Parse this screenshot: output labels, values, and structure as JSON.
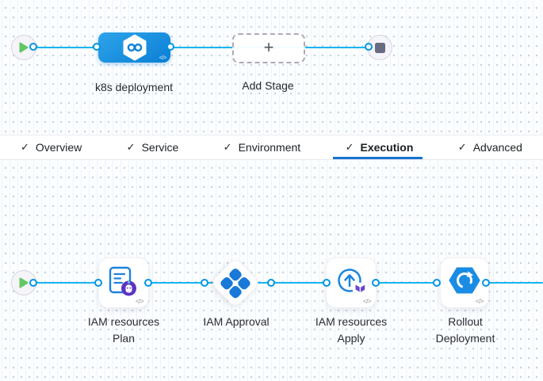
{
  "pipeline_stages": {
    "stage_label": "k8s deployment",
    "add_stage_label": "Add Stage"
  },
  "tabs": [
    {
      "label": "Overview",
      "active": false
    },
    {
      "label": "Service",
      "active": false
    },
    {
      "label": "Environment",
      "active": false
    },
    {
      "label": "Execution",
      "active": true
    },
    {
      "label": "Advanced",
      "active": false
    }
  ],
  "execution_steps": [
    {
      "line1": "IAM resources",
      "line2": "Plan"
    },
    {
      "line1": "IAM Approval",
      "line2": ""
    },
    {
      "line1": "IAM resources",
      "line2": "Apply"
    },
    {
      "line1": "Rollout",
      "line2": "Deployment"
    }
  ],
  "glyphs": {
    "check": "✓",
    "plus": "+",
    "code": "</>"
  },
  "colors": {
    "connector_line": "#18b4f2",
    "port_ring": "#0096e3",
    "stage_blue_start": "#2ea4ea",
    "stage_blue_end": "#0b7fd5",
    "active_tab_underline": "#1673d1",
    "play_green": "#63c764",
    "stop_gray": "#696b82",
    "step_icon_blue": "#1b85df",
    "terraform_purple": "#6747cf",
    "tofu_badge_purple": "#5d33c4"
  }
}
